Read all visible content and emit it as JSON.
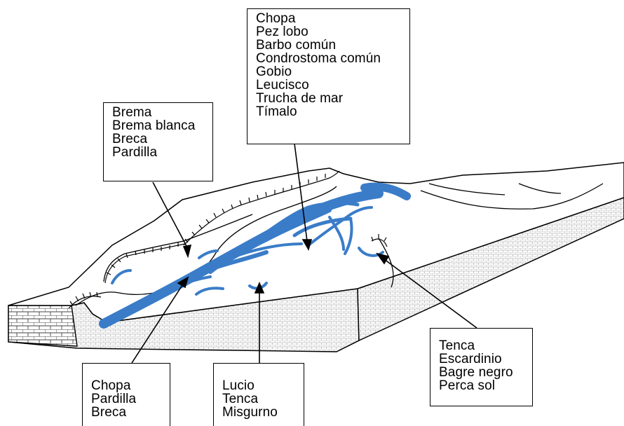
{
  "colors": {
    "river": "#3a7cc8",
    "stroke": "#000000",
    "hatch": "#6a6a6a"
  },
  "labels": [
    {
      "id": "upper-reach",
      "lines": [
        "Chopa",
        "Pez lobo",
        "Barbo común",
        "Condrostoma común",
        "Gobio",
        "Leucisco",
        "Trucha de mar",
        "Tímalo"
      ]
    },
    {
      "id": "left-margin",
      "lines": [
        "Brema",
        "Brema blanca",
        "Breca",
        "Pardilla"
      ]
    },
    {
      "id": "lower-channel",
      "lines": [
        "Chopa",
        "Pardilla",
        "Breca"
      ]
    },
    {
      "id": "backwater",
      "lines": [
        "Lucio",
        "Tenca",
        "Misgurno"
      ]
    },
    {
      "id": "oxbow-pond",
      "lines": [
        "Tenca",
        "Escardinio",
        "Bagre negro",
        "Perca sol"
      ]
    }
  ]
}
